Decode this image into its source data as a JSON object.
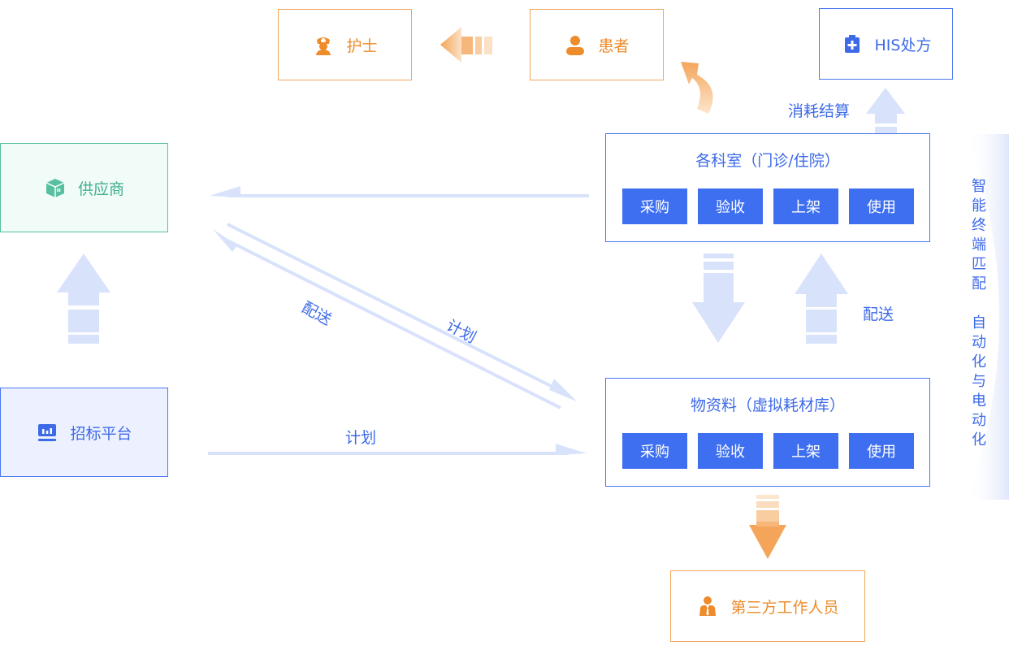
{
  "nodes": {
    "nurse": {
      "label": "护士",
      "icon": "nurse-icon"
    },
    "patient": {
      "label": "患者",
      "icon": "person-icon"
    },
    "his": {
      "label": "HIS处方",
      "icon": "medical-clipboard-icon"
    },
    "supplier": {
      "label": "供应商",
      "icon": "package-box-icon"
    },
    "tender": {
      "label": "招标平台",
      "icon": "dashboard-chart-icon"
    },
    "third_party": {
      "label": "第三方工作人员",
      "icon": "staff-person-icon"
    }
  },
  "departments": {
    "title": "各科室（门诊/住院）",
    "buttons": [
      "采购",
      "验收",
      "上架",
      "使用"
    ]
  },
  "materials": {
    "title": "物资料（虚拟耗材库）",
    "buttons": [
      "采购",
      "验收",
      "上架",
      "使用"
    ]
  },
  "flow_labels": {
    "consumption_settlement": "消耗结算",
    "delivery_left": "配送",
    "plan_diagonal": "计划",
    "delivery_right": "配送",
    "plan_bottom": "计划"
  },
  "side_text": {
    "top": [
      "智",
      "能",
      "终",
      "端",
      "匹",
      "配"
    ],
    "bottom": [
      "自",
      "动",
      "化",
      "与",
      "电",
      "动",
      "化"
    ]
  },
  "colors": {
    "orange": "#ee8b2b",
    "blue": "#3d6ae8",
    "green": "#3fb08f",
    "button_blue": "#3e6ff0",
    "arrow_light": "#d8e2fb"
  }
}
